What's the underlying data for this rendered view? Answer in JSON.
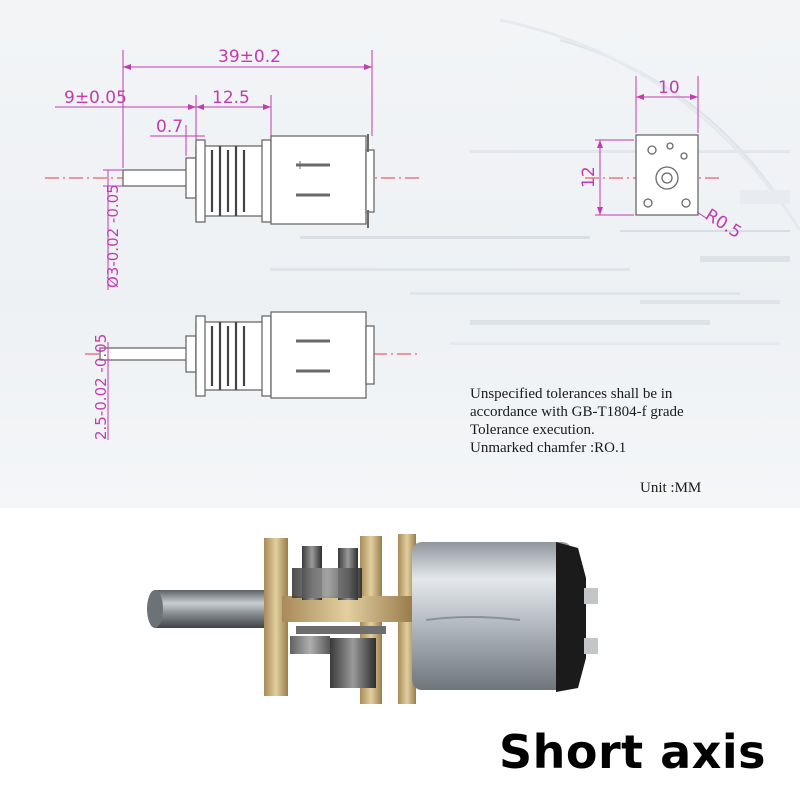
{
  "drawing": {
    "dimensions": {
      "overall_length": "39±0.2",
      "shaft_length": "9±0.05",
      "gearbox_length": "12.5",
      "plate_gap": "0.7",
      "shaft_diameter": "Ø3-0.02 -0.05",
      "flat_shaft": "2.5-0.02 -0.05",
      "end_width": "10",
      "end_height": "12",
      "corner_radius": "R0.5"
    },
    "colors": {
      "dimension": "#c23bb0",
      "centerline": "#e0404a",
      "outline": "#6a6a6a"
    }
  },
  "notes": {
    "lines": [
      "Unspecified tolerances shall be in",
      "accordance with GB-T1804-f grade",
      "Tolerance execution.",
      "Unmarked chamfer :RO.1"
    ],
    "unit": "Unit :MM"
  },
  "caption": "Short axis"
}
